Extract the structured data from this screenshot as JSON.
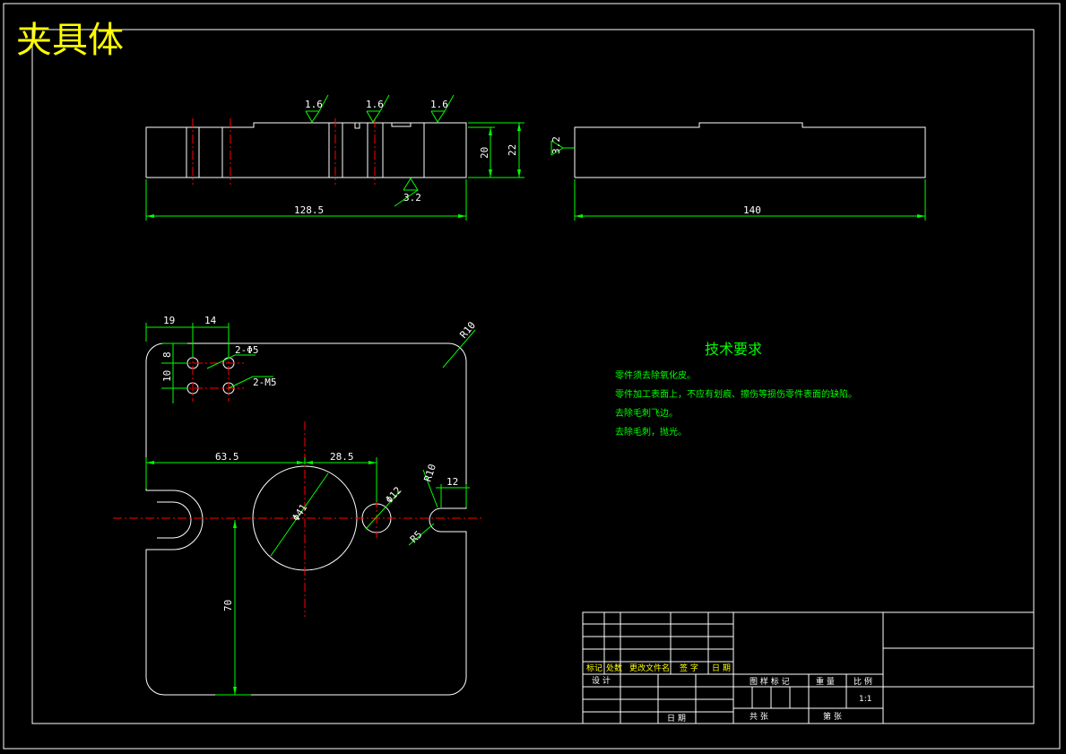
{
  "drawing_title": "夹具体",
  "surface_finish": {
    "top_left": "1.6",
    "top_mid": "1.6",
    "top_right": "1.6",
    "bottom": "3.2",
    "side": "3.2"
  },
  "front_view": {
    "length": "128.5",
    "height_inner": "20",
    "height_outer": "22"
  },
  "side_view": {
    "length": "140"
  },
  "plan_view": {
    "dim_19": "19",
    "dim_14": "14",
    "dim_8": "8",
    "dim_10": "10",
    "holes_upper": "2-Φ5",
    "holes_lower": "2-M5",
    "corner_radius": "R10",
    "dim_63_5": "63.5",
    "dim_28_5": "28.5",
    "big_bore": "Φ41",
    "small_bore": "Φ12",
    "slot_r10": "R10",
    "slot_r5": "R5",
    "dim_12": "12",
    "dim_70": "70"
  },
  "tech_requirements": {
    "title": "技术要求",
    "items": [
      "零件须去除氧化皮。",
      "零件加工表面上，不应有划痕、擦伤等损伤零件表面的缺陷。",
      "去除毛刺飞边。",
      "去除毛刺，抛光。"
    ]
  },
  "title_block": {
    "h_mark": "标记",
    "h_count": "处数",
    "h_doc": "更改文件名",
    "h_sign": "签 字",
    "h_date": "日 期",
    "designer": "设 计",
    "page_date": "日 期",
    "drawing_mark": "图 样 标 记",
    "weight": "重 量",
    "scale_label": "比 例",
    "scale_value": "1:1",
    "sheets_total": "共    张",
    "sheet_no": "第    张"
  }
}
